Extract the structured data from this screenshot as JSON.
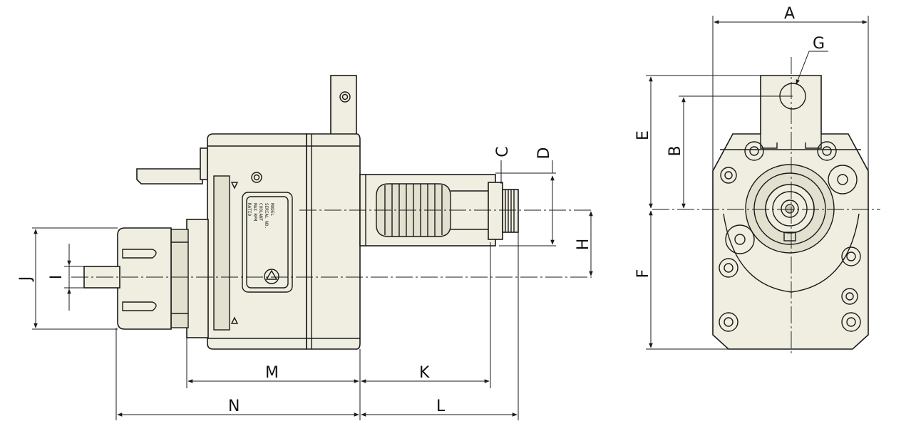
{
  "labels": {
    "A": "A",
    "B": "B",
    "C": "C",
    "D": "D",
    "E": "E",
    "F": "F",
    "G": "G",
    "H": "H",
    "I": "I",
    "J": "J",
    "K": "K",
    "L": "L",
    "M": "M",
    "N": "N"
  },
  "colors": {
    "ink": "#1a1a1a",
    "body": "#efeee0",
    "shade": "#e2e1d0"
  }
}
